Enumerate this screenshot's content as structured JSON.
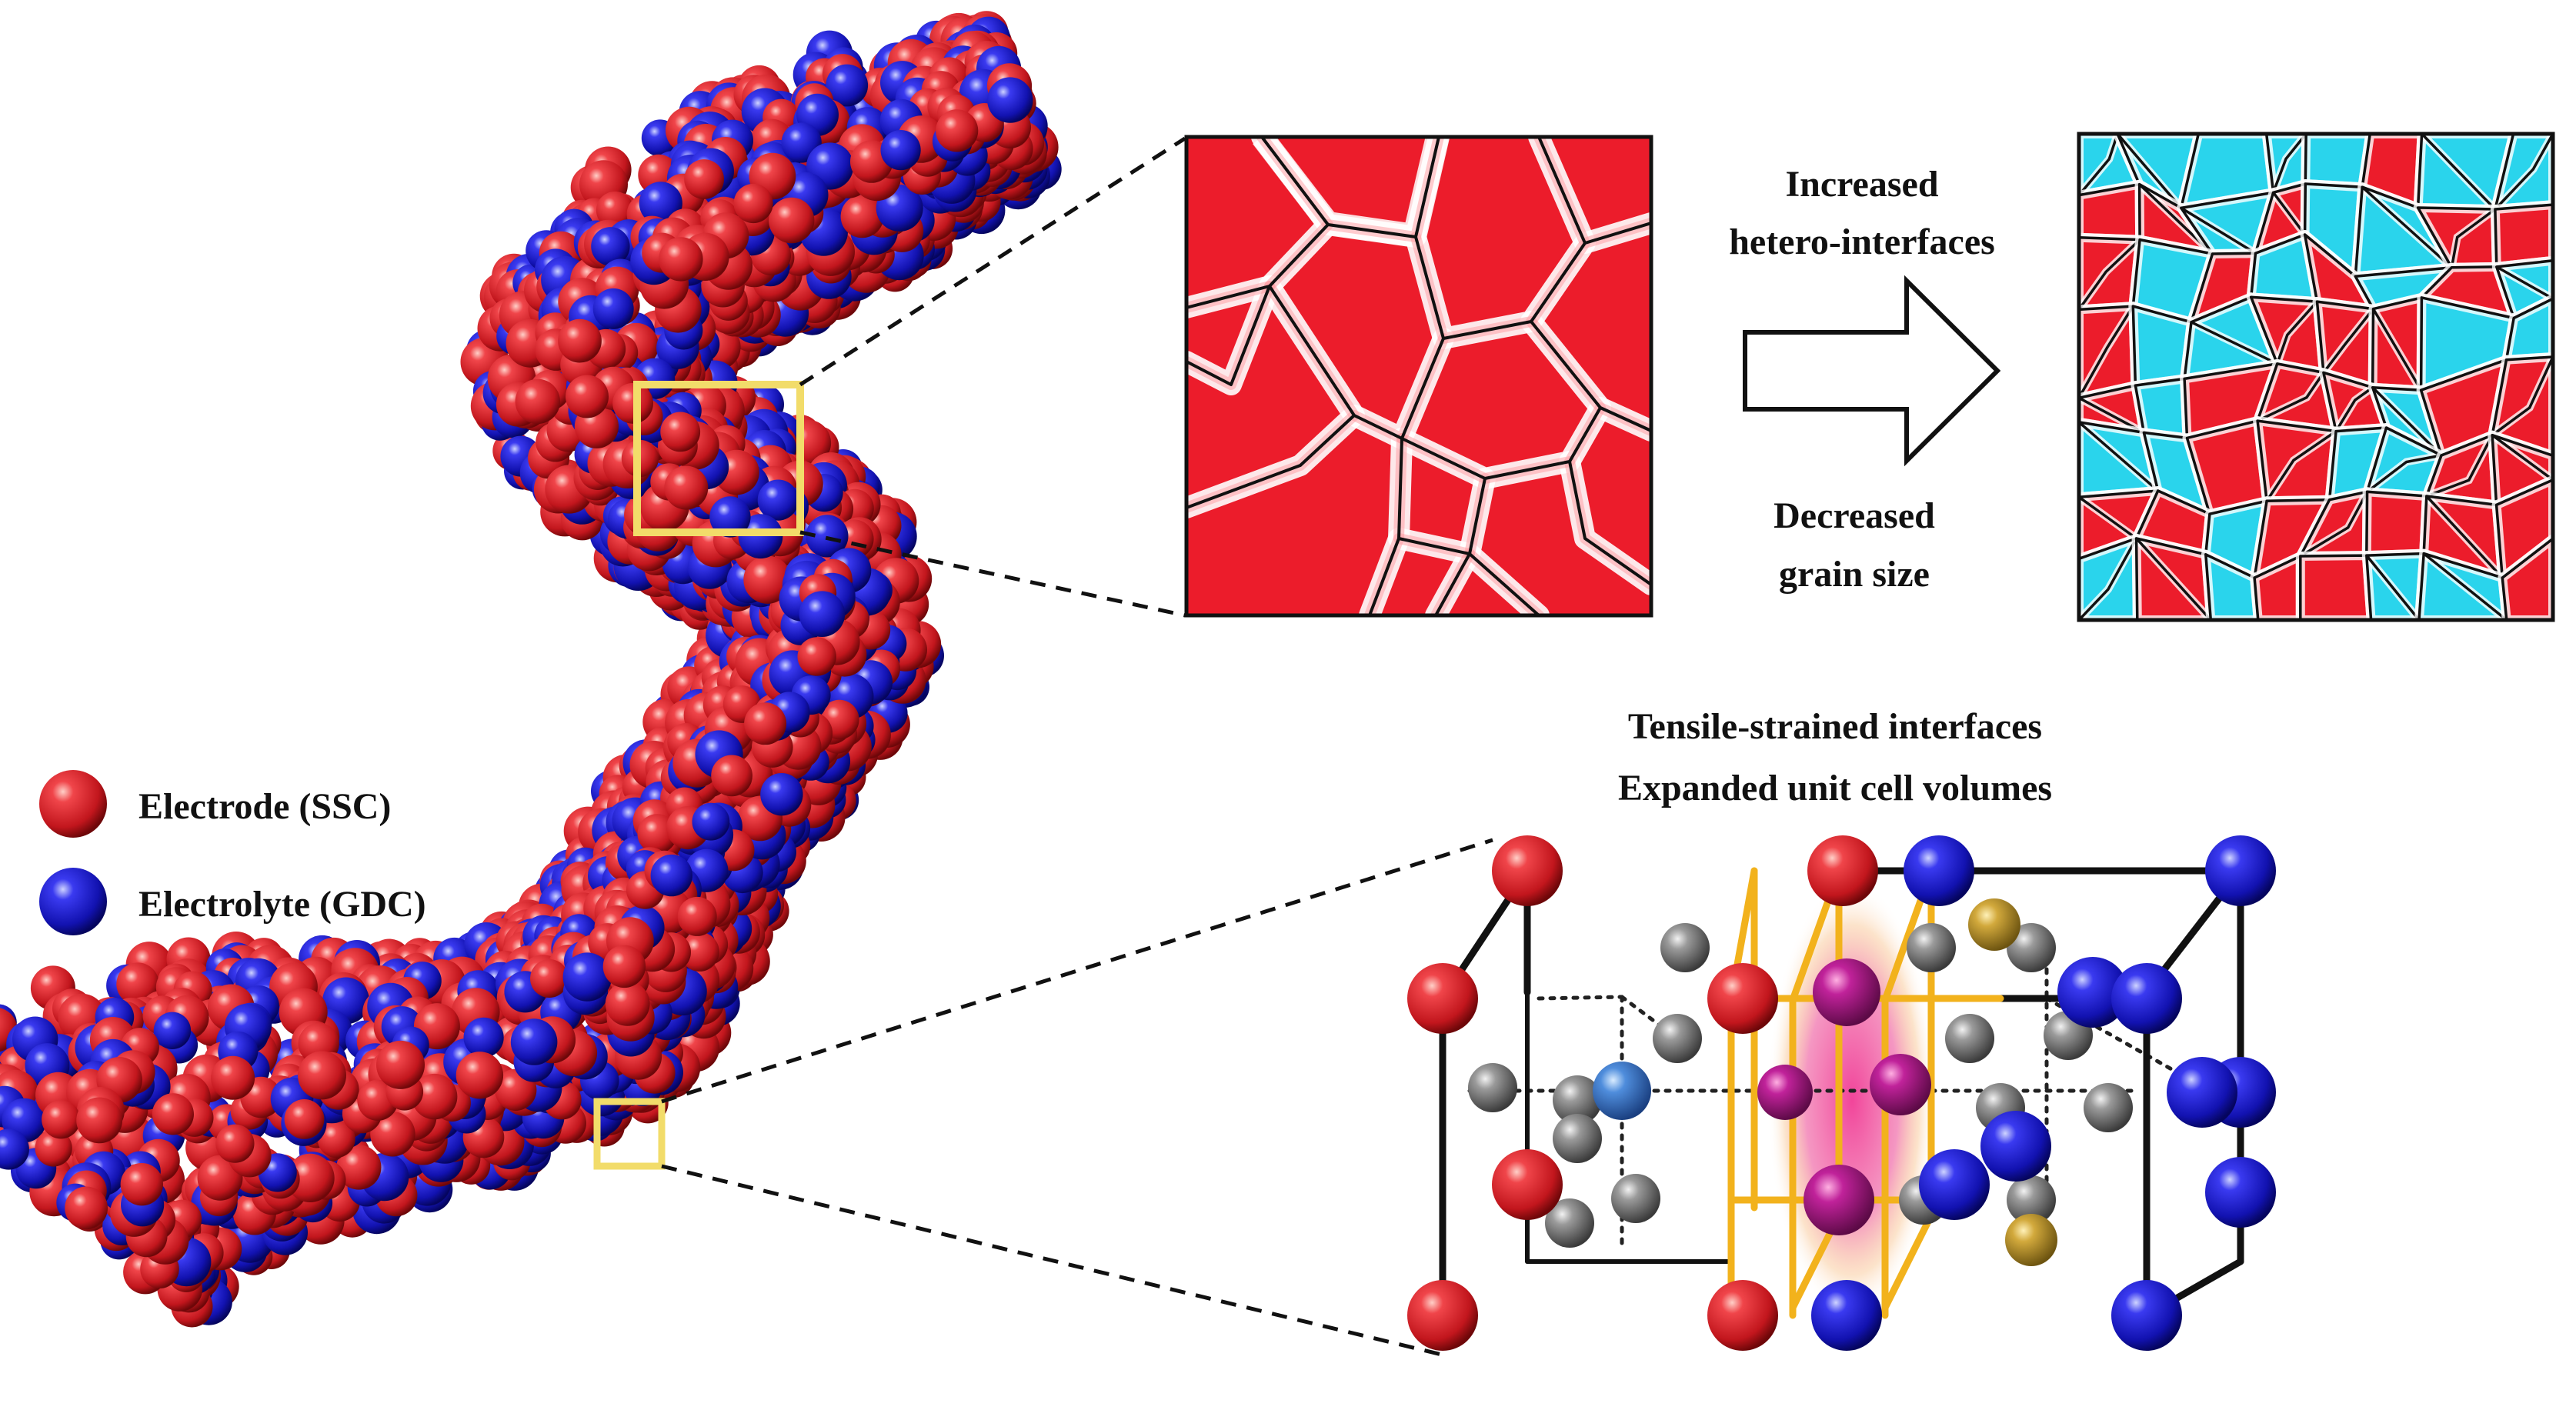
{
  "legend": {
    "electrode": {
      "label": "Electrode (SSC)",
      "color": "#e0262b"
    },
    "electrolyte": {
      "label": "Electrolyte (GDC)",
      "color": "#1a1ad0"
    }
  },
  "transition": {
    "line1": "Increased",
    "line2": "hetero-interfaces",
    "line3": "Decreased",
    "line4": "grain size"
  },
  "lattice_caption": {
    "line1": "Tensile-strained interfaces",
    "line2": "Expanded unit cell volumes"
  },
  "colors": {
    "grain_red": "#ec1c2b",
    "grain_cyan": "#2ad4ec",
    "boundary_black": "#111111",
    "interface_orange": "#f2b21c",
    "highlight_yellow": "#f2dc6a",
    "strain_glow": "#f0308f",
    "gray_atom": "#8a8a8a",
    "gold_atom": "#c9a233",
    "light_blue_atom": "#3a7fd6",
    "magenta_atom": "#b5198c"
  }
}
